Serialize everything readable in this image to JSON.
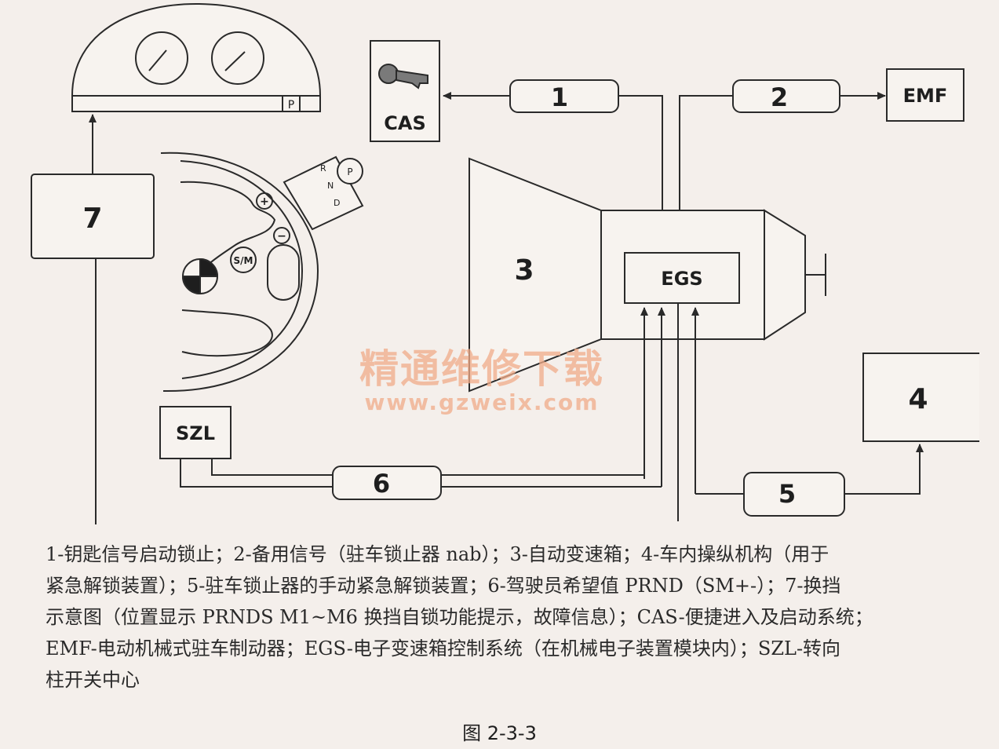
{
  "diagram": {
    "nodes": {
      "cas": "CAS",
      "emf": "EMF",
      "egs": "EGS",
      "szl": "SZL",
      "gear_p": "P",
      "sm": "S/M",
      "plus": "+",
      "minus": "−",
      "lever_r": "R",
      "lever_n": "N",
      "lever_d": "D",
      "lever_p": "P"
    },
    "signals": [
      "1",
      "2",
      "3",
      "4",
      "5",
      "6",
      "7"
    ]
  },
  "watermark": {
    "title": "精通维修下载",
    "url": "www.gzweix.com"
  },
  "caption": {
    "lines": [
      "1-钥匙信号启动锁止；2-备用信号（驻车锁止器 nab）；3-自动变速箱；4-车内操纵机构（用于",
      "紧急解锁装置）；5-驻车锁止器的手动紧急解锁装置；6-驾驶员希望值 PRND（SM+-）；7-换挡",
      "示意图（位置显示 PRNDS M1~M6 换挡自锁功能提示，故障信息）；CAS-便捷进入及启动系统；",
      "EMF-电动机械式驻车制动器；EGS-电子变速箱控制系统（在机械电子装置模块内）；SZL-转向",
      "柱开关中心"
    ]
  },
  "figure_label": "图 2-3-3"
}
